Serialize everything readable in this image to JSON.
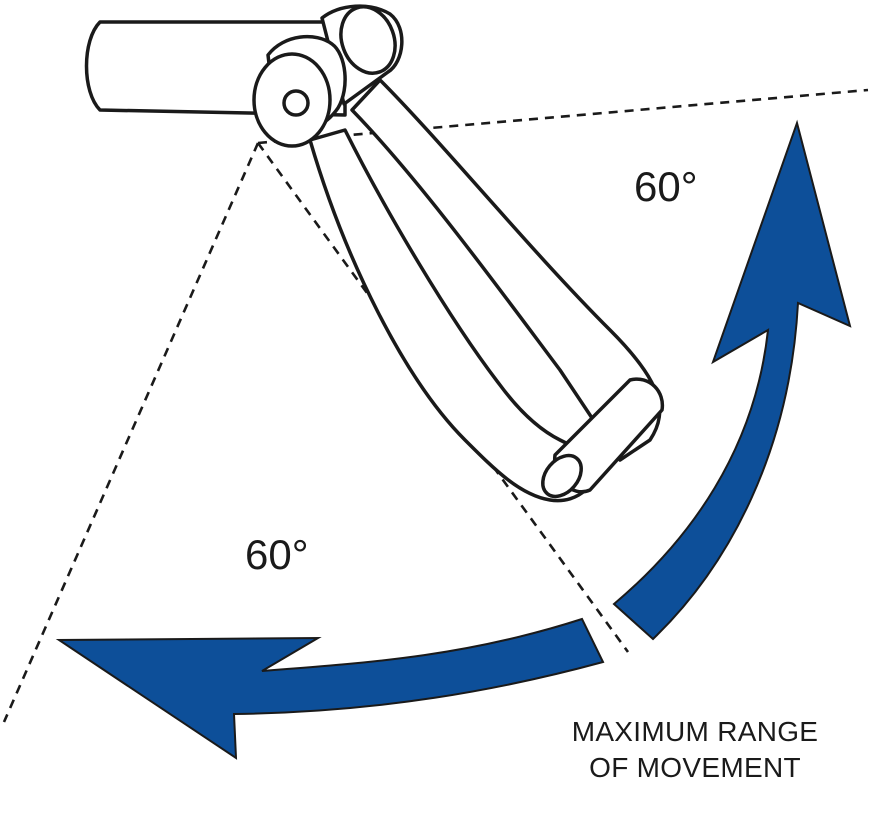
{
  "labels": {
    "upper_angle": "60°",
    "lower_angle": "60°",
    "caption_line1": "MAXIMUM RANGE",
    "caption_line2": "OF MOVEMENT"
  },
  "colors": {
    "arrow_fill": "#0d4f99",
    "line": "#1a1a1a",
    "background": "#ffffff"
  }
}
